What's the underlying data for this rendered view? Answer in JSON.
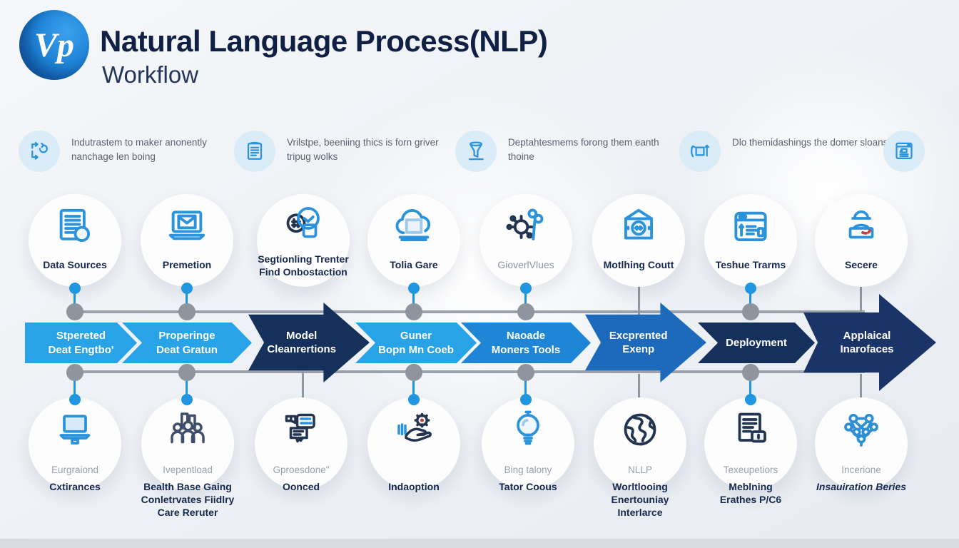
{
  "header": {
    "logo_text": "Vp",
    "title": "Natural Language Process(NLP)",
    "subtitle": "Workflow"
  },
  "features": [
    {
      "text": "Indutrastem to maker anonently nanchage len boing"
    },
    {
      "text": "Vrilstpe, beeniing thics is forn griver tripug wolks"
    },
    {
      "text": "Deptahtesmems forong them eanth thoine"
    },
    {
      "text": "Dlo themidashings the domer sloans"
    }
  ],
  "top_steps": [
    {
      "lines": [
        "Data Sources"
      ]
    },
    {
      "lines": [
        "Premetion"
      ]
    },
    {
      "lines": [
        "Segtionling Trenter",
        "Find Onbostaction"
      ]
    },
    {
      "lines": [
        "Tolia Gare"
      ]
    },
    {
      "lines": [
        "GioverlVlues"
      ]
    },
    {
      "lines": [
        "Motlhing Coutt"
      ]
    },
    {
      "lines": [
        "Teshue Trarms"
      ]
    },
    {
      "lines": [
        "Secere"
      ]
    }
  ],
  "arrows": [
    {
      "lines": [
        "Stpereted",
        "Deat Engtbo'"
      ],
      "color": "#29a3e8"
    },
    {
      "lines": [
        "Properinge",
        "Deat Gratun"
      ],
      "color": "#29a3e8"
    },
    {
      "lines": [
        "Model",
        "Cleanrertions"
      ],
      "color": "#16305c"
    },
    {
      "lines": [
        "Guner",
        "Bopn Mn Coeb"
      ],
      "color": "#29a3e8"
    },
    {
      "lines": [
        "Naoade",
        "Moners Tools"
      ],
      "color": "#1f86d6"
    },
    {
      "lines": [
        "Excprented",
        "Exenp"
      ],
      "color": "#1d6abc"
    },
    {
      "lines": [
        "Deployment"
      ],
      "color": "#16305c"
    },
    {
      "lines": [
        "Applaical",
        "Inarofaces"
      ],
      "color": "#1b3468"
    }
  ],
  "bottom_steps": [
    {
      "sublabel": "Eurgraiond",
      "lines": [
        "Cxtirances"
      ]
    },
    {
      "sublabel": "Ivepentload",
      "lines": [
        "Bealth Base Gaing",
        "Conletrvates Fiidlry",
        "Care Reruter"
      ]
    },
    {
      "sublabel": "Gproesdone\"",
      "lines": [
        "Oonced"
      ]
    },
    {
      "sublabel": "",
      "lines": [
        "Indaoption"
      ]
    },
    {
      "sublabel": "Bing talony",
      "lines": [
        "Tator Coous"
      ]
    },
    {
      "sublabel": "NLLP",
      "lines": [
        "Worltlooing",
        "Enertouniay",
        "Interlarce"
      ]
    },
    {
      "sublabel": "Texeupetiors",
      "lines": [
        "Meblning",
        "Erathes P/C6"
      ]
    },
    {
      "sublabel": "Incerione",
      "lines": [
        "Insauiration Beries"
      ]
    }
  ],
  "colors": {
    "accent_blue": "#2196e0",
    "light_blue_arrow": "#29a3e8",
    "navy": "#16305c",
    "icon_blue": "#2b93dc",
    "icon_navy": "#22344f",
    "timeline_gray": "#9aa1aa"
  }
}
